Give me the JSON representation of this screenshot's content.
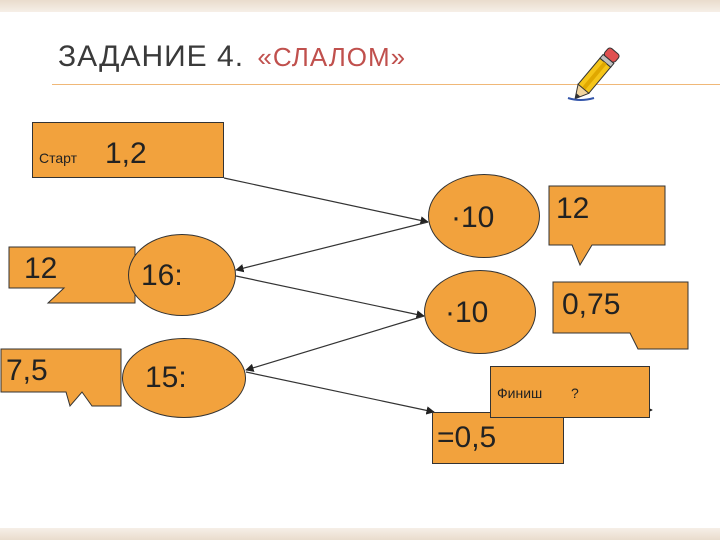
{
  "title": {
    "part1": "ЗАДАНИЕ 4.",
    "part2": "«СЛАЛОМ»"
  },
  "start": {
    "label": "Старт",
    "value": "1,2"
  },
  "ops": {
    "mult1": "·10",
    "div16": "16:",
    "mult2": "·10",
    "div15": "15:"
  },
  "answers": {
    "a1": "12",
    "a2": "0,75",
    "a3": "12",
    "a4": "7,5",
    "a5": "=0,5"
  },
  "finish": {
    "label": "Финиш",
    "value": "?"
  },
  "colors": {
    "box_fill": "#f2a23d",
    "outline": "#333333",
    "title_accent": "#c0504d"
  },
  "icons": [
    "pencil-icon"
  ]
}
